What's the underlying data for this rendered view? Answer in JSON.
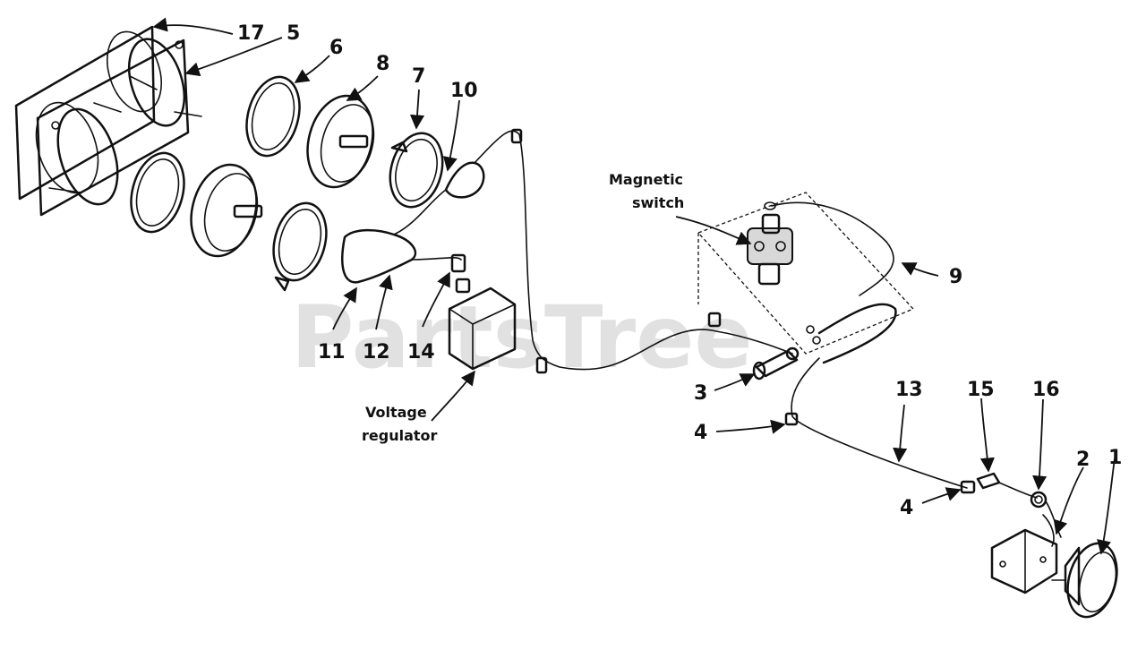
{
  "diagram": {
    "watermark": "PartsTree",
    "callouts": [
      {
        "id": "c17",
        "text": "17"
      },
      {
        "id": "c5",
        "text": "5"
      },
      {
        "id": "c6",
        "text": "6"
      },
      {
        "id": "c8",
        "text": "8"
      },
      {
        "id": "c7",
        "text": "7"
      },
      {
        "id": "c10",
        "text": "10"
      },
      {
        "id": "c9",
        "text": "9"
      },
      {
        "id": "c11",
        "text": "11"
      },
      {
        "id": "c12",
        "text": "12"
      },
      {
        "id": "c14",
        "text": "14"
      },
      {
        "id": "c3",
        "text": "3"
      },
      {
        "id": "c4a",
        "text": "4"
      },
      {
        "id": "c4b",
        "text": "4"
      },
      {
        "id": "c13",
        "text": "13"
      },
      {
        "id": "c15",
        "text": "15"
      },
      {
        "id": "c16",
        "text": "16"
      },
      {
        "id": "c2",
        "text": "2"
      },
      {
        "id": "c1",
        "text": "1"
      }
    ],
    "labels": {
      "magnetic_switch_line1": "Magnetic",
      "magnetic_switch_line2": "switch",
      "voltage_regulator_line1": "Voltage",
      "voltage_regulator_line2": "regulator"
    }
  }
}
